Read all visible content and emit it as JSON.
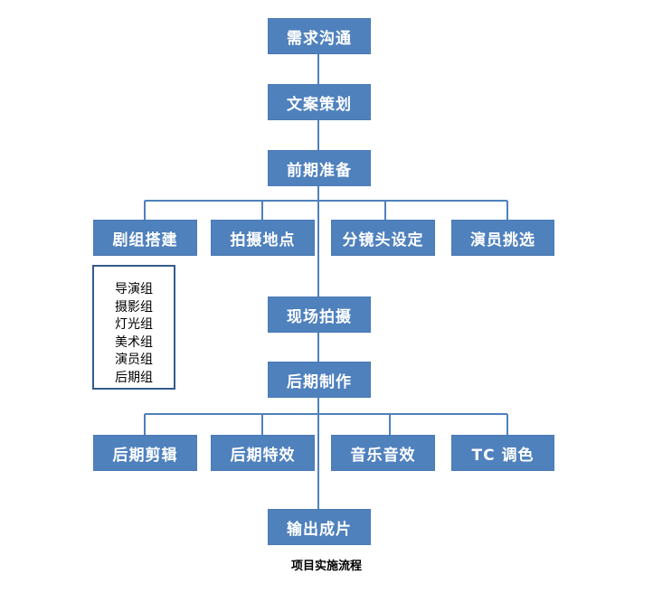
{
  "nodes": {
    "requirements": "需求沟通",
    "copy_planning": "文案策划",
    "pre_production": "前期准备",
    "set_building": "剧组搭建",
    "shooting_location": "拍摄地点",
    "storyboard": "分镜头设定",
    "casting": "演员挑选",
    "on_site_shooting": "现场拍摄",
    "post_production": "后期制作",
    "post_editing": "后期剪辑",
    "post_effects": "后期特效",
    "music_sound": "音乐音效",
    "tc_grading": "TC 调色",
    "final_output": "输出成片"
  },
  "teams": [
    "导演组",
    "摄影组",
    "灯光组",
    "美术组",
    "演员组",
    "后期组"
  ],
  "caption": "项目实施流程",
  "colors": {
    "box_fill": "#4f81bd",
    "line": "#4f81bd",
    "team_border": "#345b8a"
  }
}
